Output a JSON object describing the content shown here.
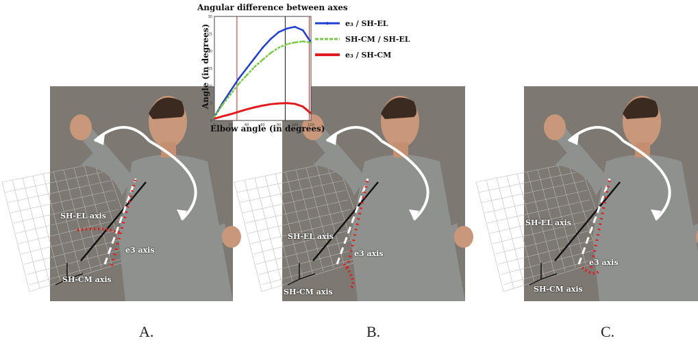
{
  "chart_data": {
    "type": "line",
    "title": "Angular difference between axes",
    "xlabel": "Elbow angle (in degrees)",
    "ylabel": "Angle (in degrees)",
    "xlim": [
      0,
      120
    ],
    "ylim": [
      0,
      30
    ],
    "x_ticks": [
      "0",
      "20",
      "40",
      "60",
      "80",
      "100",
      "120"
    ],
    "y_ticks": [
      "0",
      "5",
      "10",
      "15",
      "20",
      "25",
      "30"
    ],
    "vertical_lines_red": [
      28,
      118
    ],
    "vertical_lines_black": [
      88
    ],
    "x": [
      0,
      10,
      20,
      30,
      40,
      50,
      60,
      70,
      80,
      90,
      100,
      110,
      120
    ],
    "series": [
      {
        "name": "e₃ / SH-EL",
        "color": "#1f3fcf",
        "values": [
          1,
          5,
          8.5,
          12,
          15,
          18,
          21,
          23.5,
          25.5,
          26.5,
          27,
          26,
          22.5
        ]
      },
      {
        "name": "SH-CM / SH-EL",
        "color": "#7ac943",
        "values": [
          1,
          4.5,
          7.5,
          10.5,
          13,
          15.5,
          17.5,
          19.5,
          21,
          22,
          22.5,
          22.8,
          22.5
        ]
      },
      {
        "name": "e₃ / SH-CM",
        "color": "#e31a1c",
        "values": [
          0.5,
          1.2,
          1.8,
          2.5,
          3.2,
          3.8,
          4.3,
          4.7,
          4.9,
          5,
          4.8,
          4,
          2
        ]
      }
    ],
    "grid": false,
    "legend": "right"
  },
  "panels": [
    {
      "caption": "A.",
      "labels": {
        "sh_el": "SH-EL axis",
        "e3": "e3 axis",
        "sh_cm": "SH-CM axis"
      }
    },
    {
      "caption": "B.",
      "labels": {
        "sh_el": "SH-EL axis",
        "e3": "e3 axis",
        "sh_cm": "SH-CM axis"
      }
    },
    {
      "caption": "C.",
      "labels": {
        "sh_el": "SH-EL axis",
        "e3": "e3 axis",
        "sh_cm": "SH-CM axis"
      }
    }
  ]
}
